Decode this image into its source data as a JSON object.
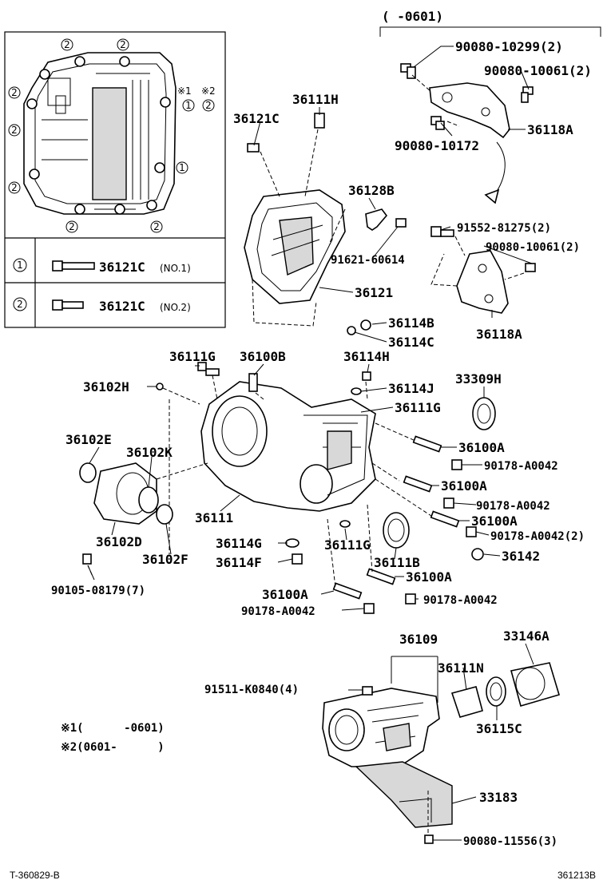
{
  "bracket_range": "(      -0601)",
  "inset": {
    "markers": {
      "one": "1",
      "two": "2",
      "note1": "※1",
      "note2": "※2"
    },
    "legend": [
      {
        "mark": "1",
        "part": "36121C",
        "note": "(NO.1)"
      },
      {
        "mark": "2",
        "part": "36121C",
        "note": "(NO.2)"
      }
    ]
  },
  "labels": {
    "p_90080_10299": "90080-10299(2)",
    "p_90080_10061_a": "90080-10061(2)",
    "p_90080_10172": "90080-10172",
    "p_36118A_a": "36118A",
    "p_36111H": "36111H",
    "p_36121C": "36121C",
    "p_36128B": "36128B",
    "p_91552_81275": "91552-81275(2)",
    "p_90080_10061_b": "90080-10061(2)",
    "p_91621_60614": "91621-60614",
    "p_36121": "36121",
    "p_36118A_b": "36118A",
    "p_36114B": "36114B",
    "p_36114C": "36114C",
    "p_36111G_a": "36111G",
    "p_36100B": "36100B",
    "p_36114H": "36114H",
    "p_33309H": "33309H",
    "p_36102H": "36102H",
    "p_36114J": "36114J",
    "p_36111G_b": "36111G",
    "p_36102E": "36102E",
    "p_36102K": "36102K",
    "p_36100A_a": "36100A",
    "p_90178_a": "90178-A0042",
    "p_36100A_b": "36100A",
    "p_90178_b": "90178-A0042",
    "p_36100A_c": "36100A",
    "p_90178_c": "90178-A0042(2)",
    "p_36111": "36111",
    "p_36102D": "36102D",
    "p_36114G": "36114G",
    "p_36111G_c": "36111G",
    "p_36142": "36142",
    "p_36114F": "36114F",
    "p_36111B": "36111B",
    "p_36102F": "36102F",
    "p_36100A_d": "36100A",
    "p_90105_08179": "90105-08179(7)",
    "p_36100A_e": "36100A",
    "p_90178_d": "90178-A0042",
    "p_90178_e": "90178-A0042",
    "p_36109": "36109",
    "p_33146A": "33146A",
    "p_36111N": "36111N",
    "p_91511_K0840": "91511-K0840(4)",
    "p_36115C": "36115C",
    "p_33183": "33183",
    "p_90080_11556": "90080-11556(3)"
  },
  "notes": {
    "note1": "※1(      -0601)",
    "note2": "※2(0601-      )"
  },
  "footer": {
    "left": "T-360829-B",
    "right": "361213B"
  }
}
